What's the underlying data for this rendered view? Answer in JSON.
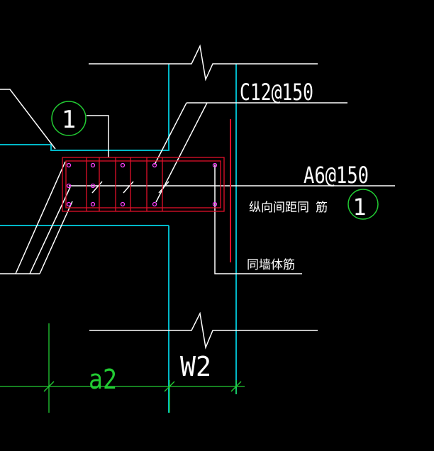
{
  "colors": {
    "background": "#000000",
    "white": "#ffffff",
    "cyan": "#00b8c8",
    "red": "#e0102a",
    "green": "#22cc33",
    "magenta": "#ff40ff"
  },
  "labels": {
    "rebar_top": "C12@150",
    "rebar_stirrup": "A6@150",
    "longitudinal_note": "纵向间距同",
    "longitudinal_note_suffix": "筋",
    "wall_note": "同墙体筋",
    "bubble_left": "1",
    "bubble_right": "1",
    "dim_left": "a2",
    "dim_right": "W2"
  }
}
